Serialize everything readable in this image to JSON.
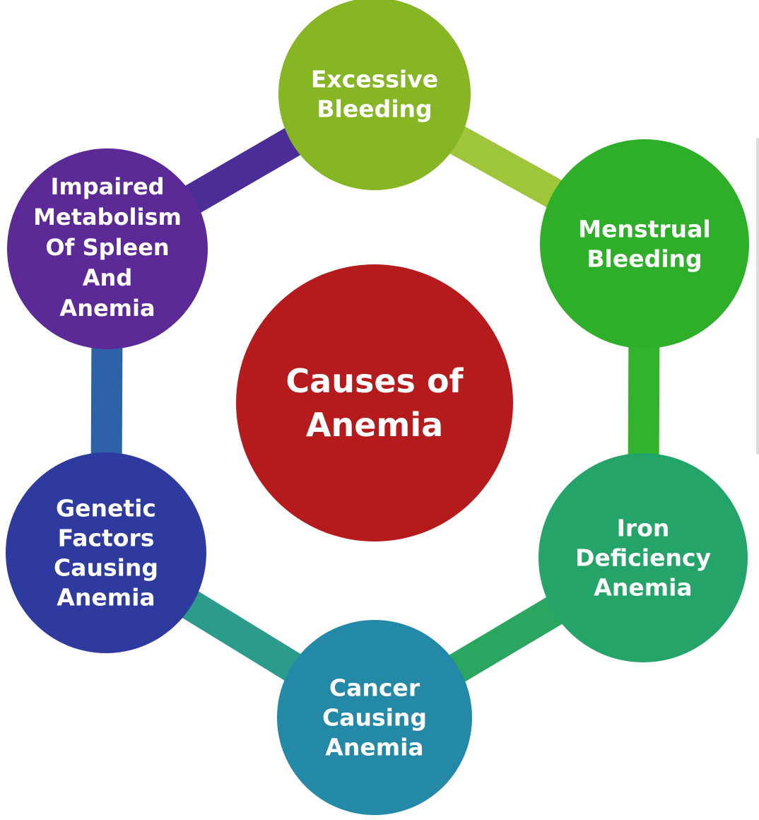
{
  "center": {
    "label_lines": [
      "Causes of",
      "Anemia"
    ],
    "color": "#b51a1c"
  },
  "causes": [
    {
      "key": "excessive-bleeding",
      "label_lines": [
        "Excessive",
        "Bleeding"
      ],
      "color": "#86b623"
    },
    {
      "key": "menstrual-bleeding",
      "label_lines": [
        "Menstrual",
        "Bleeding"
      ],
      "color": "#2fae2a"
    },
    {
      "key": "iron-deficiency-anemia",
      "label_lines": [
        "Iron",
        "Deficiency",
        "Anemia"
      ],
      "color": "#25a46a"
    },
    {
      "key": "cancer-causing-anemia",
      "label_lines": [
        "Cancer",
        "Causing",
        "Anemia"
      ],
      "color": "#2489a6"
    },
    {
      "key": "genetic-factors-causing-anemia",
      "label_lines": [
        "Genetic",
        "Factors",
        "Causing",
        "Anemia"
      ],
      "color": "#2f3a9e"
    },
    {
      "key": "impaired-metabolism-of-spleen-and-anemia",
      "label_lines": [
        "Impaired",
        "Metabolism",
        "Of Spleen",
        "And",
        "Anemia"
      ],
      "color": "#5b2a96"
    }
  ],
  "ring_segments": [
    {
      "color": "#9fc53a"
    },
    {
      "color": "#33b22c"
    },
    {
      "color": "#2aa661"
    },
    {
      "color": "#2b9c8c"
    },
    {
      "color": "#2d62a8"
    },
    {
      "color": "#4a2d97"
    }
  ]
}
